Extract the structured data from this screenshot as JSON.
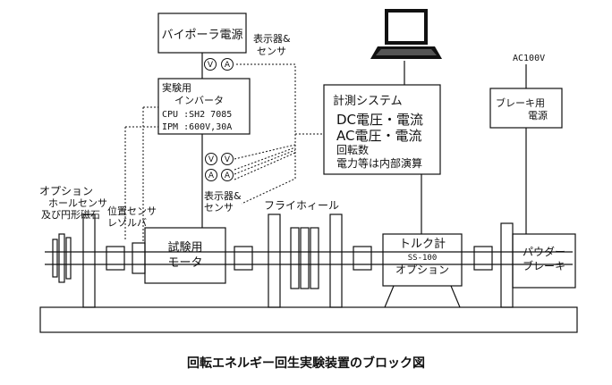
{
  "nodes": {
    "bipolar_power": "バイポーラ電源",
    "display_sensor_top_1": "表示器&",
    "display_sensor_top_2": "センサ",
    "inverter_title_1": "実験用",
    "inverter_title_2": "インバータ",
    "inverter_cpu": "CPU :SH2 7085",
    "inverter_ipm": "IPM :600V,30A",
    "measurement_title": "計測システム",
    "measurement_dc": "DC電圧・電流",
    "measurement_ac": "AC電圧・電流",
    "measurement_rpm": "回転数",
    "measurement_power": "電力等は内部演算",
    "ac100v": "AC100V",
    "brake_power_1": "ブレーキ用",
    "brake_power_2": "電源",
    "option_1": "オプション",
    "option_2": "ホールセンサ",
    "option_3": "及び円形磁石",
    "position_sensor_1": "位置センサ",
    "position_sensor_2": "レゾルバ",
    "display_sensor_bottom_1": "表示器&",
    "display_sensor_bottom_2": "センサ",
    "flywheel": "フライホィール",
    "test_motor_1": "試験用",
    "test_motor_2": "モータ",
    "torque_meter_1": "トルク計",
    "torque_meter_2": "SS-100",
    "torque_meter_3": "オプション",
    "powder_brake_1": "パウダー",
    "powder_brake_2": "ブレーキ",
    "meter_v": "V",
    "meter_a": "A"
  },
  "caption": "回転エネルギー回生実験装置のブロック図"
}
